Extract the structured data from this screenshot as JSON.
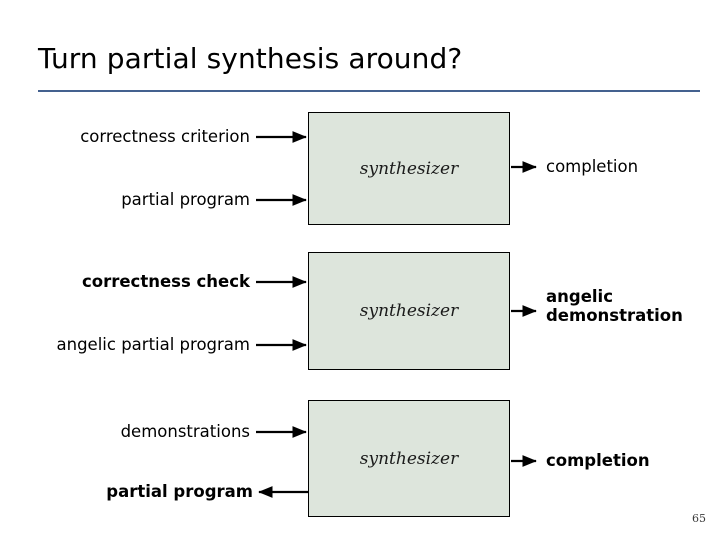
{
  "slide": {
    "title": "Turn partial synthesis around?",
    "page_number": "65",
    "rule_color": "#44618f",
    "box_fill_color": "#dde5dc",
    "box_border_color": "#000000"
  },
  "diagram": {
    "type": "block-flow",
    "rows": [
      {
        "id": "row-1",
        "box_label": "synthesizer",
        "inputs": [
          {
            "label": "correctness criterion",
            "bold": false
          },
          {
            "label": "partial program",
            "bold": false
          }
        ],
        "outputs": [
          {
            "label": "completion",
            "bold": false,
            "direction": "right"
          }
        ]
      },
      {
        "id": "row-2",
        "box_label": "synthesizer",
        "inputs": [
          {
            "label": "correctness check",
            "bold": true
          },
          {
            "label": "angelic partial program",
            "bold": false
          }
        ],
        "outputs": [
          {
            "label": "angelic\ndemonstration",
            "bold": true,
            "direction": "right"
          }
        ]
      },
      {
        "id": "row-3",
        "box_label": "synthesizer",
        "inputs": [
          {
            "label": "demonstrations",
            "bold": false
          }
        ],
        "outputs": [
          {
            "label": "partial program",
            "bold": true,
            "direction": "left"
          },
          {
            "label": "completion",
            "bold": true,
            "direction": "right"
          }
        ]
      }
    ]
  }
}
